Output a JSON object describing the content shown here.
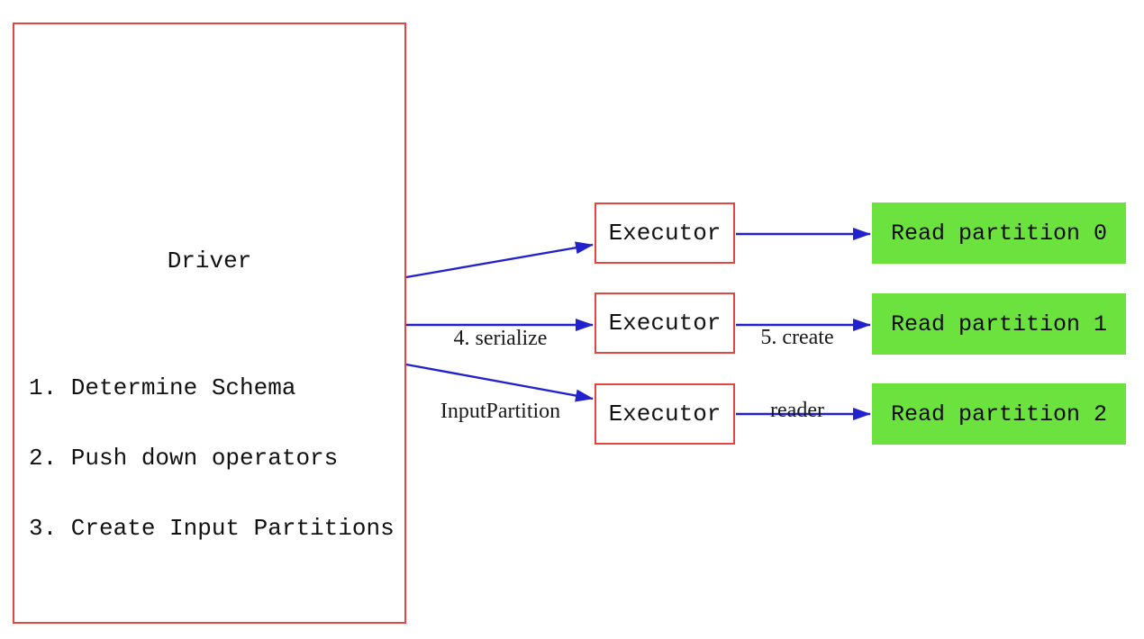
{
  "diagram": {
    "driver": {
      "title": "Driver",
      "steps": [
        "1. Determine Schema",
        "2. Push down operators",
        "3. Create Input Partitions"
      ]
    },
    "executors": [
      "Executor",
      "Executor",
      "Executor"
    ],
    "partitions": [
      "Read partition 0",
      "Read partition 1",
      "Read partition 2"
    ],
    "labels": {
      "serialize_line1": "4. serialize",
      "serialize_line2": "InputPartition",
      "create_reader_line1": "5. create",
      "create_reader_line2": "reader"
    },
    "colors": {
      "box_border_red": "#e24640",
      "arrow_blue": "#2222cc",
      "partition_green": "#6ce23f"
    }
  }
}
